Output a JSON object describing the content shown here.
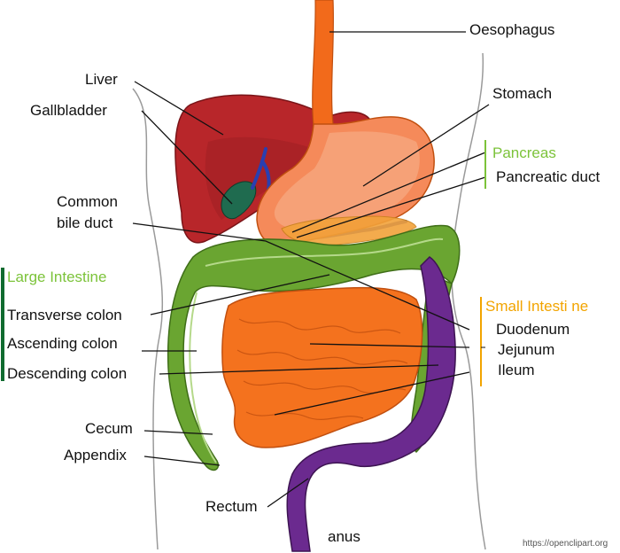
{
  "colors": {
    "liver": "#b8262a",
    "gallbladder": "#1f6b4f",
    "bile_duct": "#2a3fb0",
    "oesophagus": "#f26a1b",
    "stomach": "#f58a5a",
    "pancreas": "#f2a23a",
    "large_intestine": "#6aa531",
    "small_intestine": "#f4721e",
    "rectum": "#6b2a8f",
    "pancreas_group": "#7cc33a",
    "large_intestine_group": "#7cc33a",
    "small_intestine_group": "#f2a400",
    "left_bracket": "#0f6b2f"
  },
  "labels": {
    "oesophagus": "Oesophagus",
    "liver": "Liver",
    "gallbladder": "Gallbladder",
    "stomach": "Stomach",
    "pancreas": "Pancreas",
    "pancreatic_duct": "Pancreatic duct",
    "common_bile_duct_1": "Common",
    "common_bile_duct_2": "bile duct",
    "large_intestine": "Large Intestine",
    "transverse_colon": "Transverse colon",
    "ascending_colon": "Ascending colon",
    "descending_colon": "Descending colon",
    "small_intestine": "Small Intesti ne",
    "duodenum": "Duodenum",
    "jejunum": "Jejunum",
    "ileum": "Ileum",
    "cecum": "Cecum",
    "appendix": "Appendix",
    "rectum": "Rectum",
    "anus": "anus"
  },
  "credit": "https://openclipart.org"
}
